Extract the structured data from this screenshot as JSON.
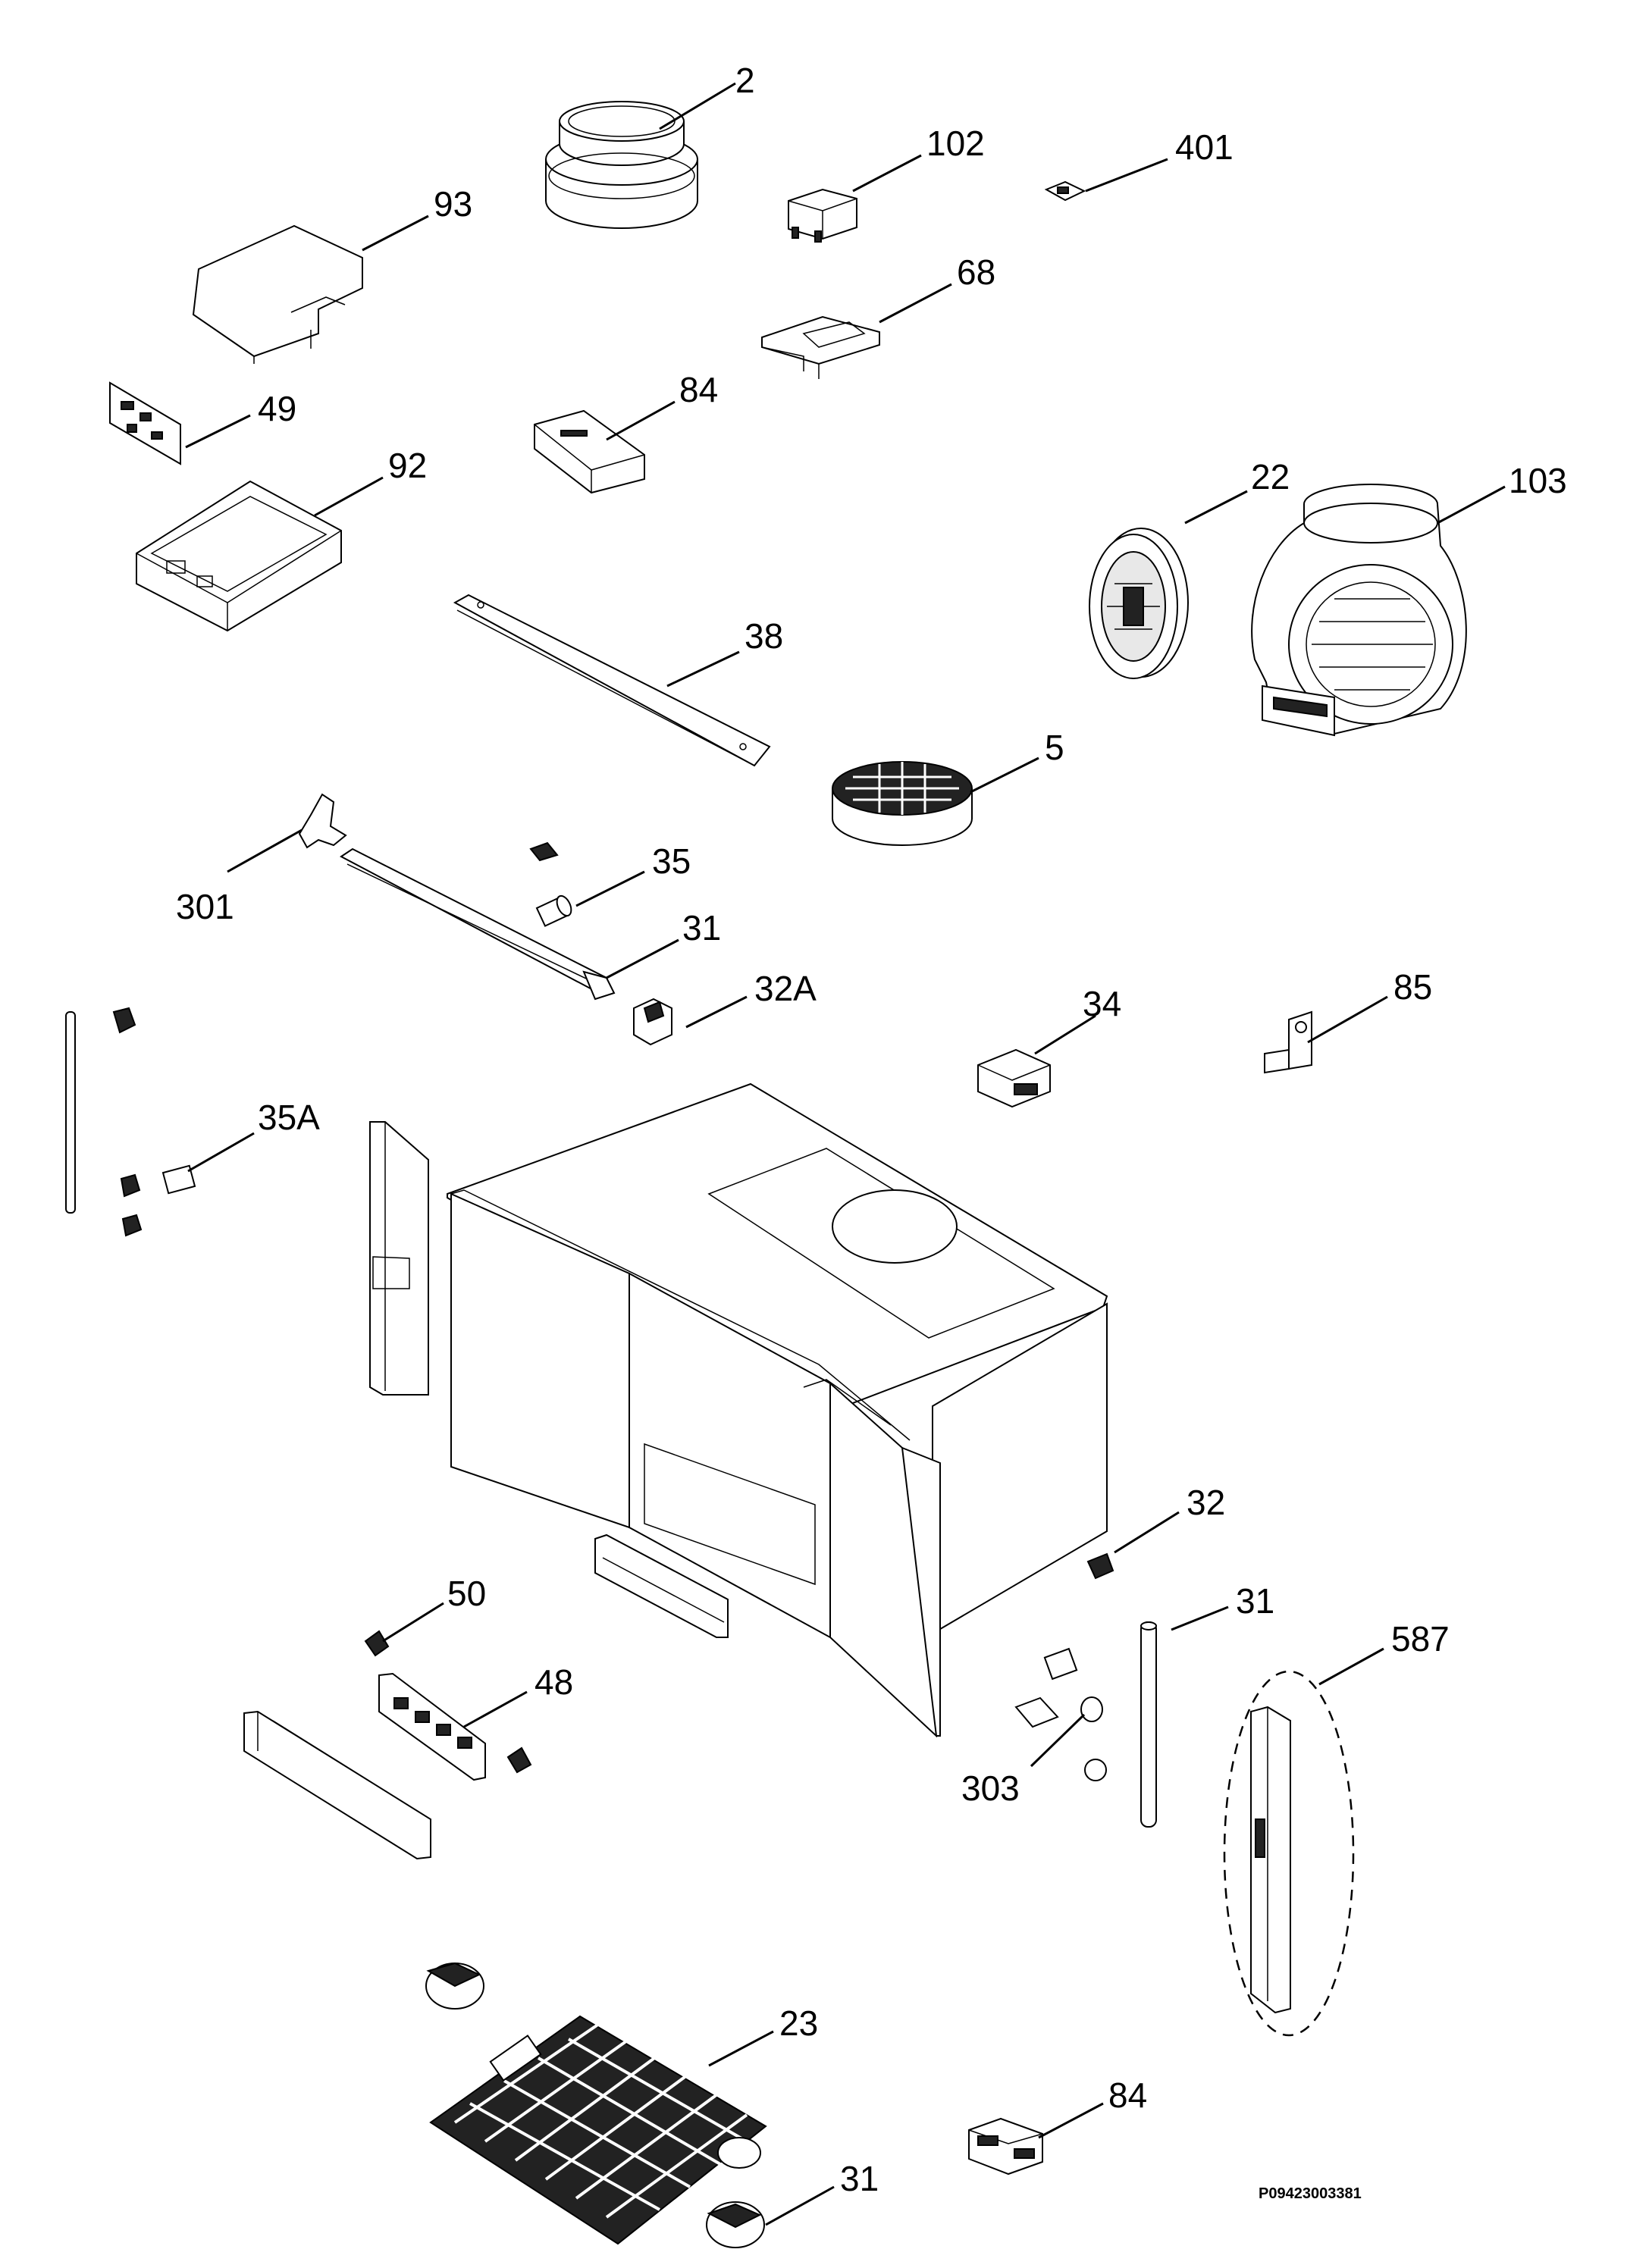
{
  "diagram": {
    "drawing_code": "P09423003381",
    "callouts": [
      {
        "id": "c2",
        "label": "2"
      },
      {
        "id": "c102",
        "label": "102"
      },
      {
        "id": "c401",
        "label": "401"
      },
      {
        "id": "c93",
        "label": "93"
      },
      {
        "id": "c68",
        "label": "68"
      },
      {
        "id": "c49",
        "label": "49"
      },
      {
        "id": "c84a",
        "label": "84"
      },
      {
        "id": "c92",
        "label": "92"
      },
      {
        "id": "c22",
        "label": "22"
      },
      {
        "id": "c103",
        "label": "103"
      },
      {
        "id": "c38",
        "label": "38"
      },
      {
        "id": "c5",
        "label": "5"
      },
      {
        "id": "c35",
        "label": "35"
      },
      {
        "id": "c301",
        "label": "301"
      },
      {
        "id": "c31a",
        "label": "31"
      },
      {
        "id": "c32A",
        "label": "32A"
      },
      {
        "id": "c34",
        "label": "34"
      },
      {
        "id": "c85",
        "label": "85"
      },
      {
        "id": "c35A",
        "label": "35A"
      },
      {
        "id": "c32",
        "label": "32"
      },
      {
        "id": "c50",
        "label": "50"
      },
      {
        "id": "c31b",
        "label": "31"
      },
      {
        "id": "c587",
        "label": "587"
      },
      {
        "id": "c48",
        "label": "48"
      },
      {
        "id": "c303",
        "label": "303"
      },
      {
        "id": "c23",
        "label": "23"
      },
      {
        "id": "c84b",
        "label": "84"
      },
      {
        "id": "c31c",
        "label": "31"
      }
    ]
  }
}
